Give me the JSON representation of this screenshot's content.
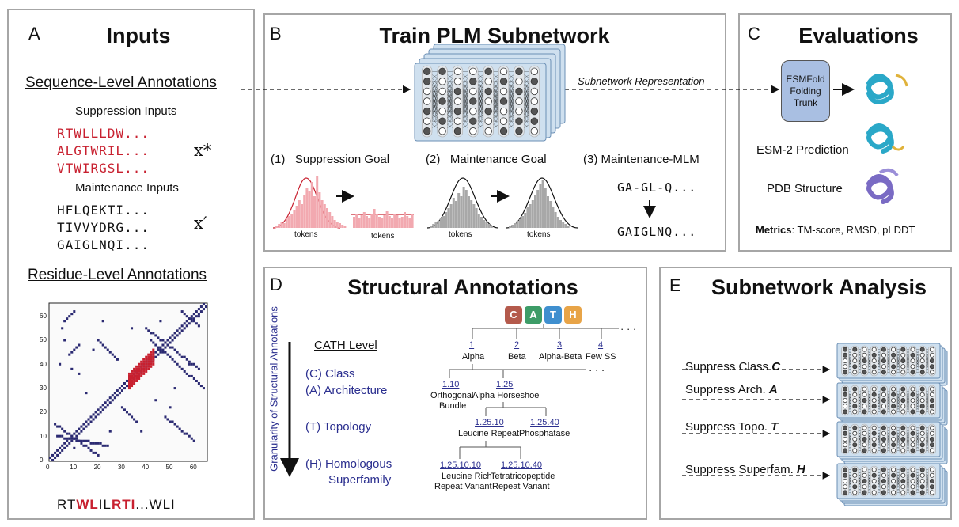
{
  "colors": {
    "panel_border": "#a6a6a6",
    "red": "#c8202f",
    "navy": "#2b2f8f",
    "network_fill": "#cfe0ef",
    "esmfold_fill": "#a9bfe2",
    "cath_c": "#b45a4c",
    "cath_a": "#3d9c67",
    "cath_t": "#3f8fcf",
    "cath_h": "#e8a447"
  },
  "panel_a": {
    "letter": "A",
    "title": "Inputs",
    "seq_heading": "Sequence-Level Annotations",
    "suppression_label": "Suppression Inputs",
    "suppression_seqs": [
      "RTWLLLDW...",
      "ALGTWRIL...",
      "VTWIRGSL..."
    ],
    "x_star": "x*",
    "maintenance_label": "Maintenance Inputs",
    "maintenance_seqs": [
      "HFLQEKTI...",
      "TIVVYDRG...",
      "GAIGLNQI..."
    ],
    "x_prime": "x′",
    "residue_heading": "Residue-Level Annotations",
    "axis_ticks": [
      "0",
      "10",
      "20",
      "30",
      "40",
      "50",
      "60"
    ],
    "sequence_parts": [
      {
        "text": "RT",
        "red": false
      },
      {
        "text": "WL",
        "red": true
      },
      {
        "text": "IL",
        "red": false
      },
      {
        "text": "RTI",
        "red": true
      },
      {
        "text": "...WLI",
        "red": false
      }
    ]
  },
  "panel_b": {
    "letter": "B",
    "title": "Train PLM Subnetwork",
    "subnetwork_label": "Subnetwork Representation",
    "goals": [
      {
        "num": "(1)",
        "label": "Suppression Goal"
      },
      {
        "num": "(2)",
        "label": "Maintenance Goal"
      },
      {
        "num": "(3)",
        "label": "Maintenance-MLM"
      }
    ],
    "tokens_label": "tokens",
    "mlm_masked": "GA-GL-Q...",
    "mlm_filled": "GAIGLNQ..."
  },
  "panel_c": {
    "letter": "C",
    "title": "Evaluations",
    "esmfold": [
      "ESMFold",
      "Folding",
      "Trunk"
    ],
    "esm2_label": "ESM-2 Prediction",
    "pdb_label": "PDB Structure",
    "metrics_bold": "Metrics",
    "metrics_rest": ": TM-score, RMSD, pLDDT"
  },
  "panel_d": {
    "letter": "D",
    "title": "Structural Annotations",
    "axis_label": "Granularity of Structural Annotations",
    "cath_level": "CATH Level",
    "cath_letters": [
      "C",
      "A",
      "T",
      "H"
    ],
    "levels": [
      "(C) Class",
      "(A) Architecture",
      "(T) Topology",
      "(H) Homologous",
      "Superfamily"
    ],
    "class_nodes": [
      {
        "code": "1",
        "name": "Alpha"
      },
      {
        "code": "2",
        "name": "Beta"
      },
      {
        "code": "3",
        "name": "Alpha-Beta"
      },
      {
        "code": "4",
        "name": "Few SS"
      }
    ],
    "arch_nodes": [
      {
        "code": "1.10",
        "name": "Orthogonal",
        "name2": "Bundle"
      },
      {
        "code": "1.25",
        "name": "Alpha Horseshoe",
        "name2": ""
      }
    ],
    "topo_nodes": [
      {
        "code": "1.25.10",
        "name": "Leucine Repeat"
      },
      {
        "code": "1.25.40",
        "name": "Phosphatase"
      }
    ],
    "superfam_nodes": [
      {
        "code": "1.25.10.10",
        "name": "Leucine Rich",
        "name2": "Repeat Variant"
      },
      {
        "code": "1.25.10.40",
        "name": "Tetratricopeptide",
        "name2": "Repeat Variant"
      }
    ],
    "ellipsis": "· · ·"
  },
  "panel_e": {
    "letter": "E",
    "title": "Subnetwork Analysis",
    "rows": [
      {
        "prefix": "Suppress Class ",
        "var": "C"
      },
      {
        "prefix": "Suppress Arch. ",
        "var": "A"
      },
      {
        "prefix": "Suppress Topo. ",
        "var": "T"
      },
      {
        "prefix": "Suppress Superfam. ",
        "var": "H"
      }
    ]
  }
}
